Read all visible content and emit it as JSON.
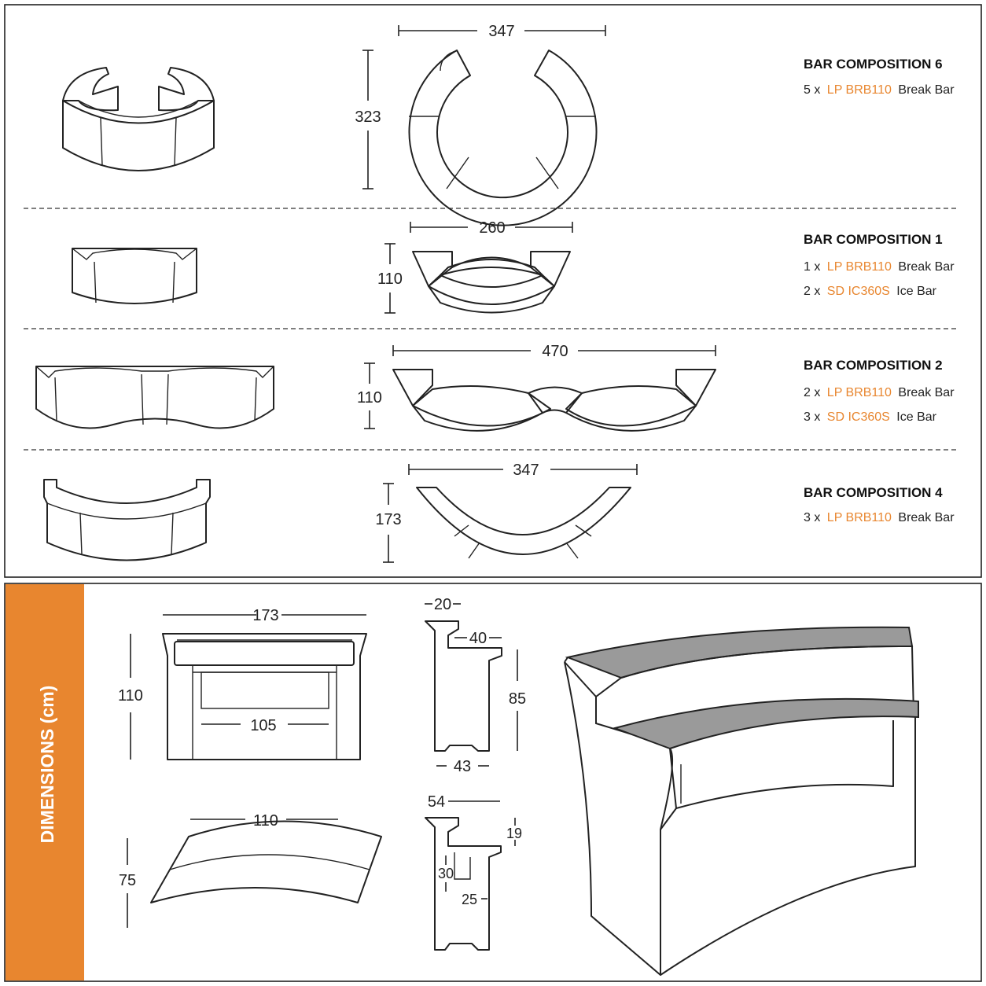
{
  "compositions": [
    {
      "id": "6",
      "title": "BAR COMPOSITION 6",
      "width": "347",
      "height": "323",
      "items": [
        {
          "qty": "5 x",
          "code": "LP BRB110",
          "name": "Break Bar"
        }
      ]
    },
    {
      "id": "1",
      "title": "BAR COMPOSITION 1",
      "width": "260",
      "height": "110",
      "items": [
        {
          "qty": "1 x",
          "code": "LP BRB110",
          "name": "Break Bar"
        },
        {
          "qty": "2 x",
          "code": "SD IC360S",
          "name": "Ice Bar"
        }
      ]
    },
    {
      "id": "2",
      "title": "BAR COMPOSITION 2",
      "width": "470",
      "height": "110",
      "items": [
        {
          "qty": "2 x",
          "code": "LP BRB110",
          "name": "Break Bar"
        },
        {
          "qty": "3 x",
          "code": "SD IC360S",
          "name": "Ice Bar"
        }
      ]
    },
    {
      "id": "4",
      "title": "BAR COMPOSITION 4",
      "width": "347",
      "height": "173",
      "items": [
        {
          "qty": "3 x",
          "code": "LP BRB110",
          "name": "Break Bar"
        }
      ]
    }
  ],
  "dimensions": {
    "label": "DIMENSIONS (cm)",
    "front": {
      "width": "173",
      "height": "110",
      "inner": "105"
    },
    "top": {
      "width": "110",
      "depth": "75"
    },
    "side1": {
      "top": "20",
      "shelf": "40",
      "height": "85",
      "base": "43"
    },
    "side2": {
      "top": "54",
      "step": "19",
      "height": "30",
      "shelf": "25"
    }
  },
  "colors": {
    "accent": "#e8862f",
    "line": "#222222",
    "shade": "#9a9a9a"
  }
}
